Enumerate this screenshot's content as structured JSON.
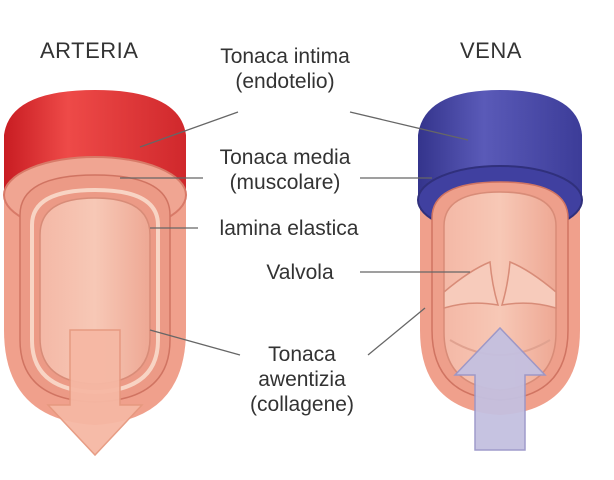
{
  "titles": {
    "artery": "ARTERIA",
    "vein": "VENA"
  },
  "labels": {
    "intima": [
      "Tonaca intima",
      "(endotelio)"
    ],
    "media": [
      "Tonaca media",
      "(muscolare)"
    ],
    "elastica": [
      "lamina elastica"
    ],
    "valvola": [
      "Valvola"
    ],
    "avventizia": [
      "Tonaca",
      "awentizia",
      "(collagene)"
    ]
  },
  "colors": {
    "artery_outer": "#e0383d",
    "vein_outer": "#4a4aa8",
    "wall_pink": "#f0a08c",
    "lumen_pink": "#f2b6a2",
    "arrow_artery": "#f6b8a4",
    "arrow_vein": "#c4c0e0",
    "leader_line": "#666666",
    "text": "#333333"
  }
}
